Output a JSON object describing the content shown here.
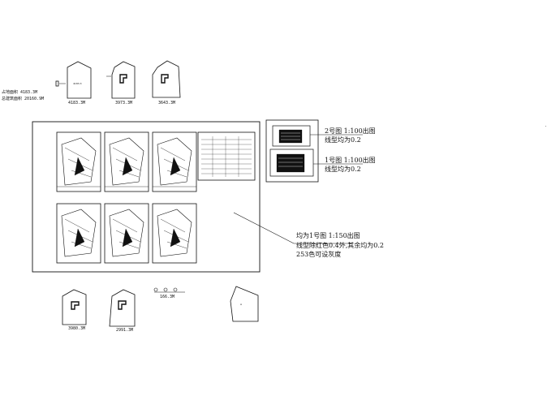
{
  "site_summary": {
    "line1": "占地面积 4183.3M",
    "line2": "总建筑面积 20160.9M"
  },
  "top_parcels": [
    {
      "area": "4183.3M"
    },
    {
      "area": "3973.3M"
    },
    {
      "area": "3643.3M"
    }
  ],
  "bottom_parcels": [
    {
      "area": "3980.3M"
    },
    {
      "area": "2991.3M"
    },
    {
      "area": "166.3M"
    }
  ],
  "annotations": {
    "sheet2_title": "2号图 1:100出图",
    "sheet2_note": "线型均为0.2",
    "sheet1_title": "1号图 1:100出图",
    "sheet1_note": "线型均为0.2",
    "main_title": "均为1号图 1:150出图",
    "main_note1": "线型除红色0.4外,其余均为0.2",
    "main_note2": "253色可设灰度"
  },
  "colors": {
    "line": "#111111",
    "background": "#ffffff"
  }
}
